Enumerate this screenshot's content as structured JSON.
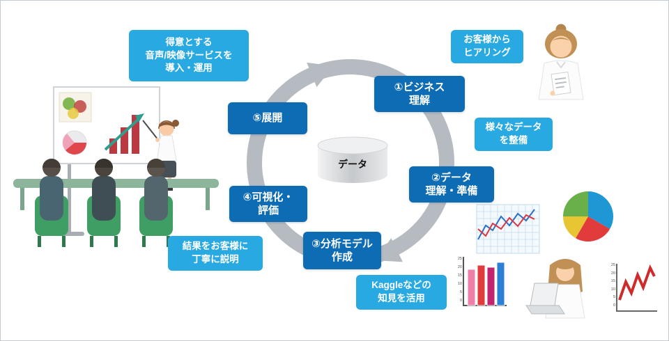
{
  "colors": {
    "step_bg": "#0d6cb3",
    "callout_bg": "#29a9e1",
    "ring": "#b5bbc1"
  },
  "cycle": {
    "center_label": "データ",
    "steps": [
      {
        "label": "①ビジネス\n理解"
      },
      {
        "label": "②データ\n理解・準備"
      },
      {
        "label": "③分析モデル\n作成"
      },
      {
        "label": "④可視化・\n評価"
      },
      {
        "label": "⑤展開"
      }
    ]
  },
  "callouts": [
    {
      "label": "お客様から\nヒアリング"
    },
    {
      "label": "様々なデータ\nを整備"
    },
    {
      "label": "Kaggleなどの\n知見を活用"
    },
    {
      "label": "結果をお客様に\n丁寧に説明"
    },
    {
      "label": "得意とする\n音声/映像サービスを\n導入・運用"
    }
  ],
  "mini_charts": {
    "bar_axis_ticks": "25\n20\n15\n10\n5\n0",
    "line_axis_ticks": "25\n20\n15\n10\n5\n0"
  }
}
